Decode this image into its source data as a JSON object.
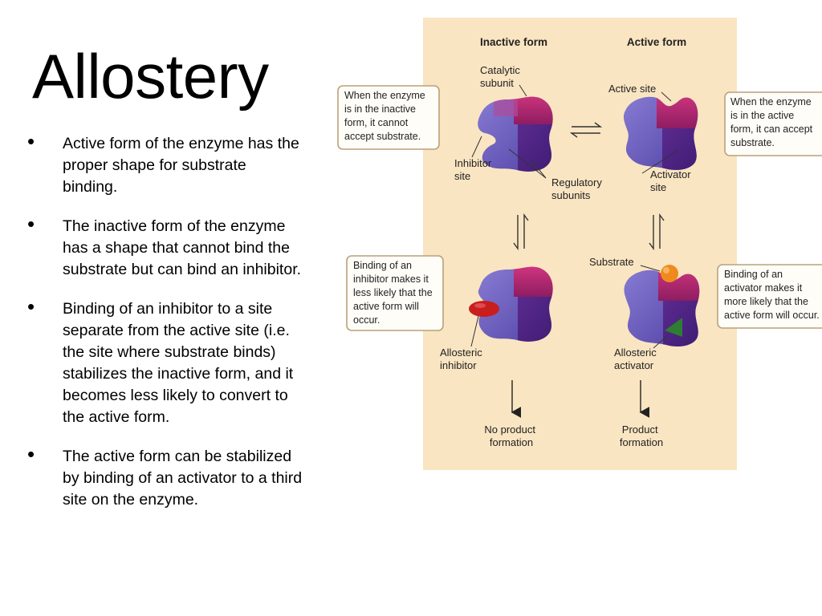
{
  "slide": {
    "title": "Allostery"
  },
  "bullets": [
    {
      "lines": [
        "Active form of the enzyme has the",
        "proper shape for substrate",
        "binding."
      ]
    },
    {
      "lines": [
        "The inactive form of the enzyme",
        "has a shape that cannot bind the",
        "substrate but can bind an inhibitor."
      ]
    },
    {
      "lines": [
        "Binding of an inhibitor to a site",
        "separate from the active site (i.e.",
        "the site where substrate binds)",
        "stabilizes the inactive form, and it",
        "becomes less likely to convert to",
        "the active form."
      ]
    },
    {
      "lines": [
        "The active form can be stabilized",
        "by binding of an activator to a third",
        "site on the enzyme."
      ]
    }
  ],
  "figure": {
    "headers": {
      "inactive": "Inactive form",
      "active": "Active form"
    },
    "labels": {
      "catalytic_subunit": [
        "Catalytic",
        "subunit"
      ],
      "active_site": "Active site",
      "inhibitor_site": [
        "Inhibitor",
        "site"
      ],
      "regulatory_subunits": [
        "Regulatory",
        "subunits"
      ],
      "activator_site": [
        "Activator",
        "site"
      ],
      "substrate": "Substrate",
      "allosteric_inhibitor": [
        "Allosteric",
        "inhibitor"
      ],
      "allosteric_activator": [
        "Allosteric",
        "activator"
      ],
      "no_product": [
        "No product",
        "formation"
      ],
      "product": [
        "Product",
        "formation"
      ]
    },
    "callouts": {
      "inactive_note": [
        "When the enzyme",
        "is in the inactive",
        "form, it cannot",
        "accept substrate."
      ],
      "active_note": [
        "When the enzyme",
        "is in the active",
        "form, it can accept",
        "substrate."
      ],
      "inhibitor_note": [
        "Binding of an",
        "inhibitor makes it",
        "less likely that the",
        "active form will",
        "occur."
      ],
      "activator_note": [
        "Binding of an",
        "activator makes it",
        "more likely that the",
        "active form will occur."
      ]
    },
    "colors": {
      "panel": "#fae5c2",
      "catalytic": "#a8266e",
      "regulatory": "#6a58b8",
      "inhibitor": "#c81e1e",
      "substrate": "#f08a1e",
      "activator": "#2e7d32"
    }
  }
}
